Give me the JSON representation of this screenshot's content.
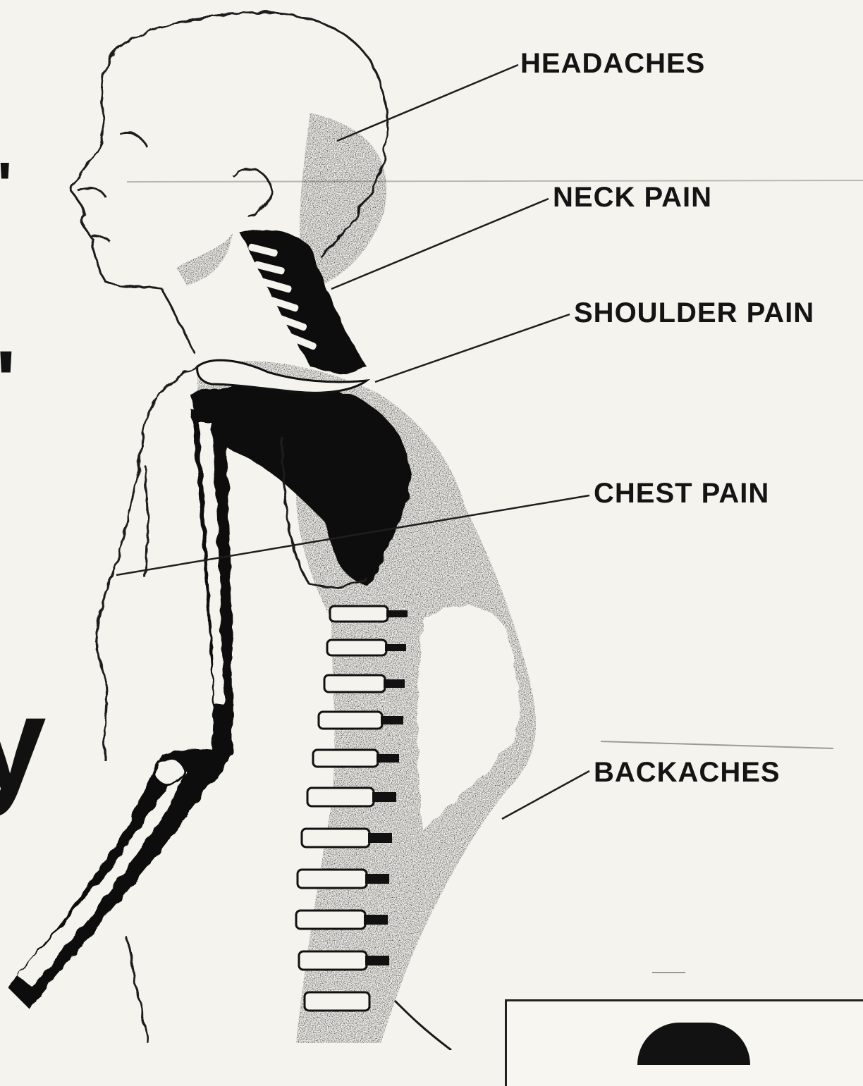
{
  "diagram": {
    "labels": {
      "headaches": "HEADACHES",
      "neck_pain": "NECK PAIN",
      "shoulder_pain": "SHOULDER PAIN",
      "chest_pain": "CHEST PAIN",
      "backaches": "BACKACHES"
    },
    "left_edge_fragments": {
      "top": "'",
      "middle": "'",
      "bottom": "y"
    }
  },
  "colors": {
    "ink": "#141414",
    "paper": "#f4f3ee"
  }
}
